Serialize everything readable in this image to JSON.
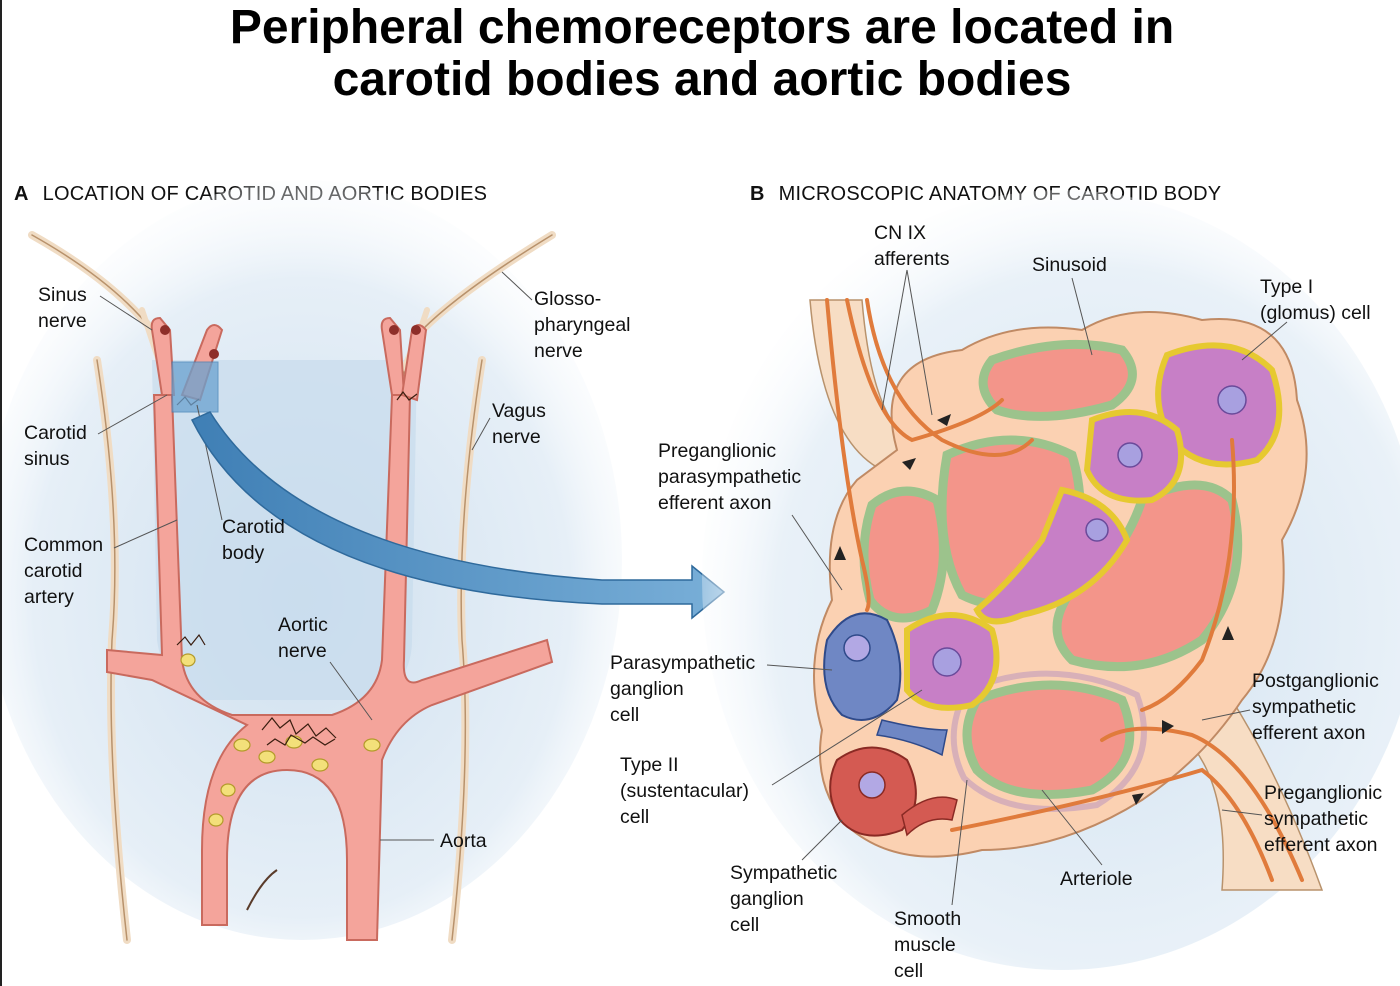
{
  "title": {
    "line1": "Peripheral chemoreceptors are located in",
    "line2": "carotid bodies and aortic bodies"
  },
  "panel_a": {
    "letter": "A",
    "heading": "LOCATION OF CAROTID AND AORTIC BODIES",
    "labels": {
      "sinus_nerve": "Sinus\nnerve",
      "glossopharyngeal_nerve": "Glosso-\npharyngeal\nnerve",
      "vagus_nerve": "Vagus\nnerve",
      "carotid_sinus": "Carotid\nsinus",
      "common_carotid_artery": "Common\ncarotid\nartery",
      "carotid_body": "Carotid\nbody",
      "aortic_nerve": "Aortic\nnerve",
      "aorta": "Aorta"
    }
  },
  "panel_b": {
    "letter": "B",
    "heading": "MICROSCOPIC ANATOMY OF CAROTID BODY",
    "labels": {
      "cn_ix_afferents": "CN IX\nafferents",
      "sinusoid": "Sinusoid",
      "type_i_cell": "Type I\n(glomus) cell",
      "preganglionic_parasympathetic": "Preganglionic\nparasympathetic\nefferent axon",
      "parasympathetic_ganglion_cell": "Parasympathetic\nganglion\ncell",
      "type_ii_cell": "Type II\n(sustentacular)\ncell",
      "sympathetic_ganglion_cell": "Sympathetic\nganglion\ncell",
      "smooth_muscle_cell": "Smooth\nmuscle\ncell",
      "arteriole": "Arteriole",
      "postganglionic_sympathetic": "Postganglionic\nsympathetic\nefferent axon",
      "preganglionic_sympathetic": "Preganglionic\nsympathetic\nefferent axon"
    }
  },
  "colors": {
    "artery": "#f4a49b",
    "artery_edge": "#c96a5e",
    "nerve": "#e8c8a8",
    "axon": "#e07b3c",
    "sinusoid": "#f3958a",
    "green_cell": "#cfe6c4",
    "type_i": "#c77fc6",
    "parasym_cell": "#6f87c4",
    "sym_cell": "#d45a52",
    "tissue": "#fbd1b2",
    "arrow": "#5b95c6",
    "glow": "#d9e8f4"
  },
  "icons": {
    "transfer_arrow": "curved-arrow-icon"
  }
}
